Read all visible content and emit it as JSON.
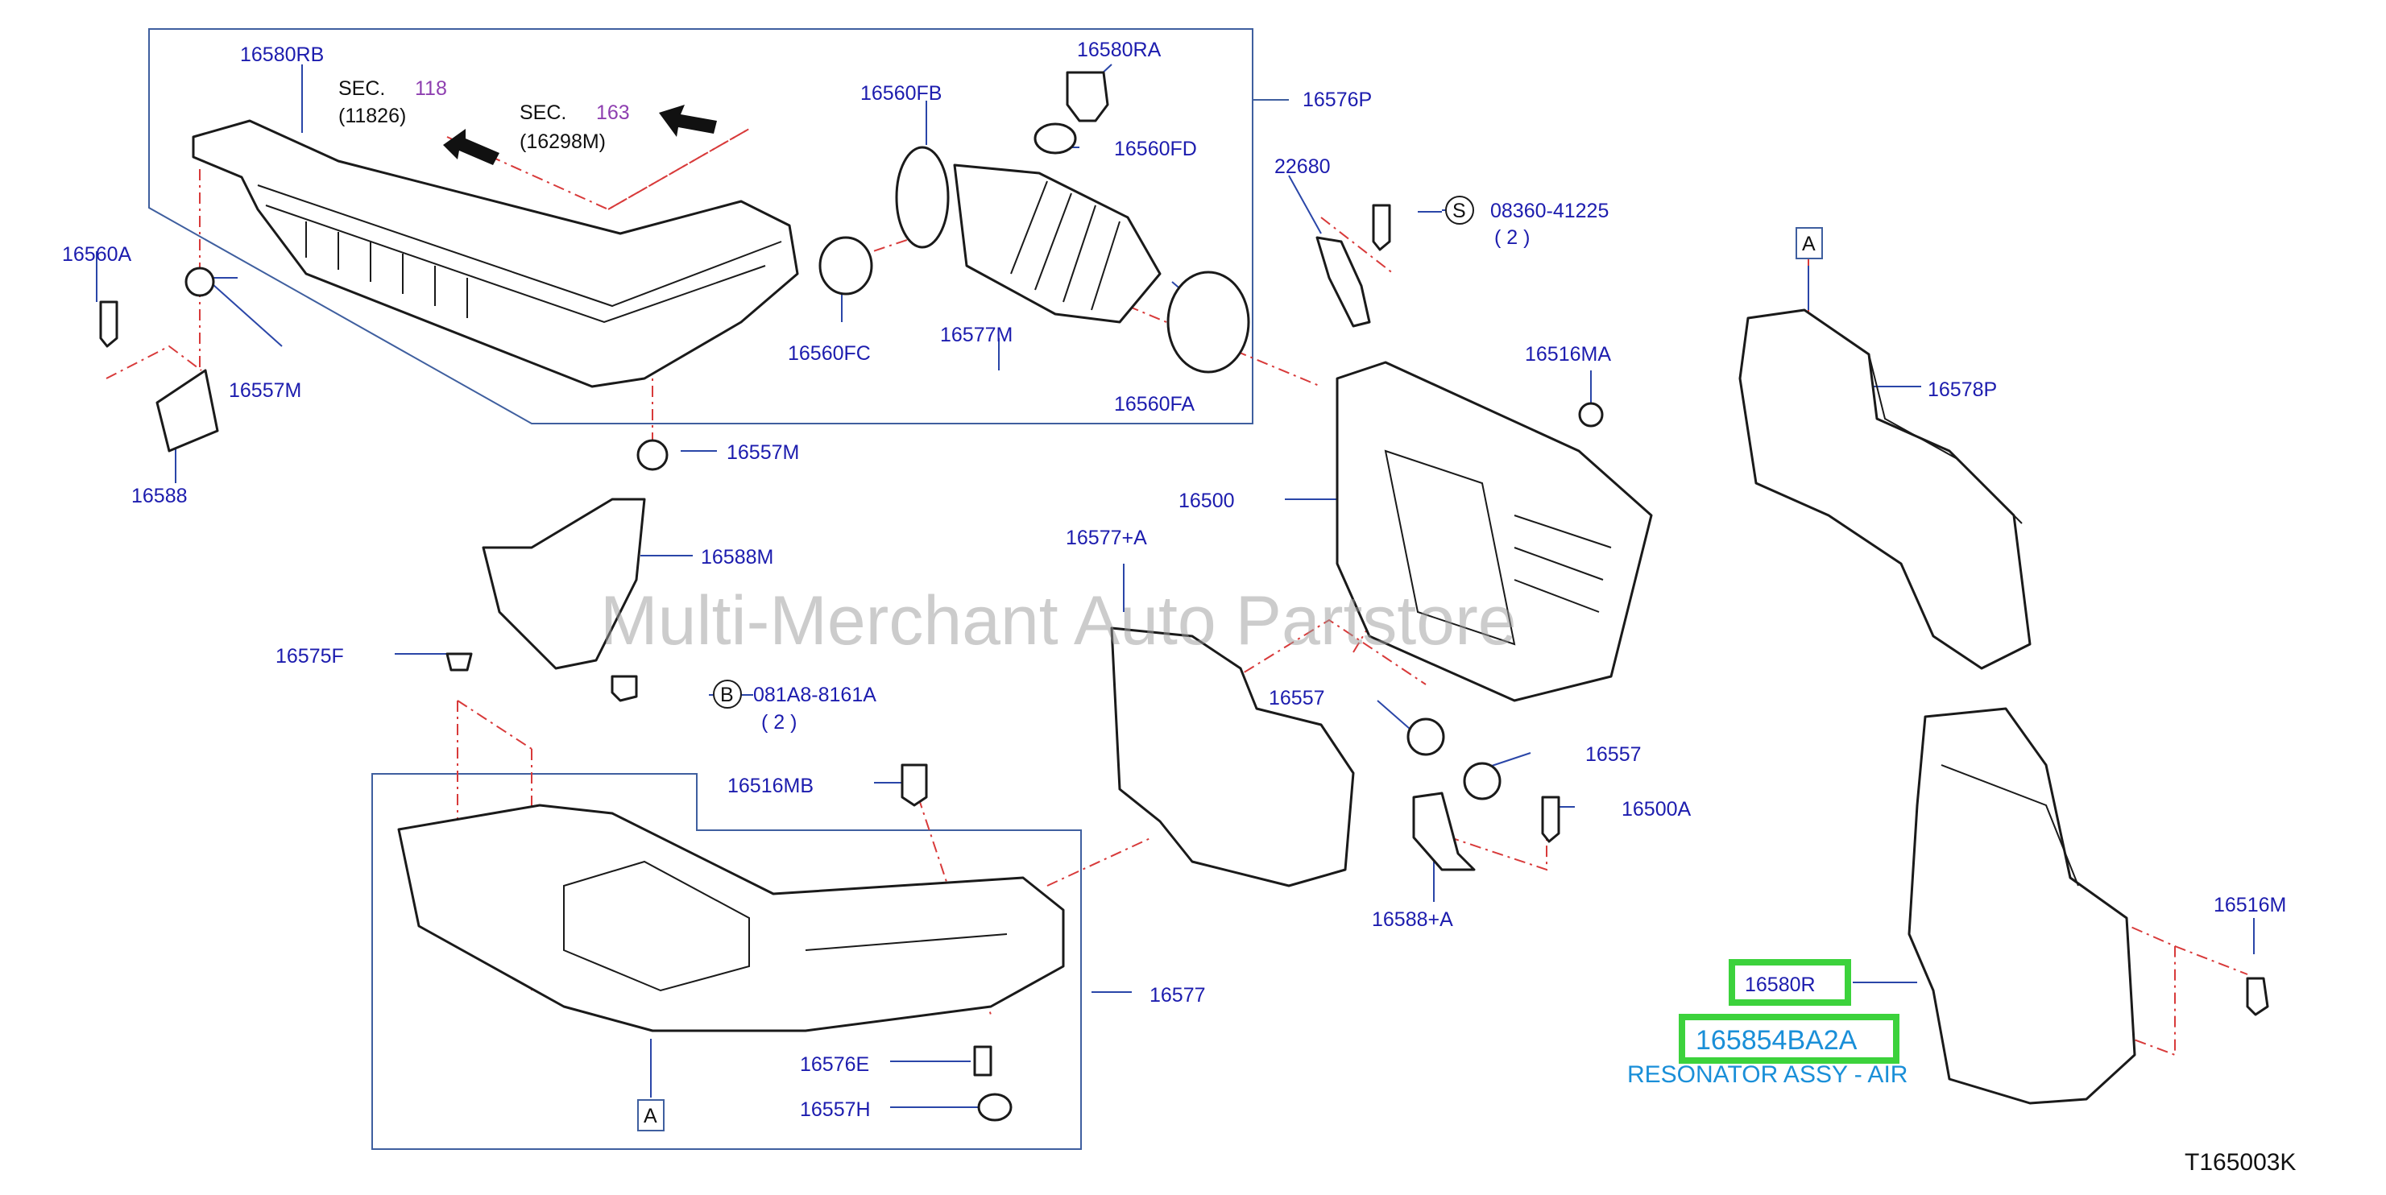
{
  "watermark": "Multi-Merchant Auto Partstore",
  "diagram_code": "T165003K",
  "highlight": {
    "part_no": "16580R",
    "oem_no": "165854BA2A",
    "description": "RESONATOR ASSY - AIR",
    "box_color": "#3cd23c",
    "text_color": "#1a8fd8"
  },
  "sec_refs": [
    {
      "label": "SEC.",
      "num": "118",
      "sub": "(11826)"
    },
    {
      "label": "SEC.",
      "num": "163",
      "sub": "(16298M)"
    }
  ],
  "fastener_refs": [
    {
      "symbol": "S",
      "code": "08360-41225",
      "qty": "( 2 )"
    },
    {
      "symbol": "B",
      "code": "081A8-8161A",
      "qty": "( 2 )"
    }
  ],
  "ref_markers": [
    "A",
    "A"
  ],
  "labels": {
    "p16580RB": "16580RB",
    "p16580RA": "16580RA",
    "p16576P": "16576P",
    "p16560FB": "16560FB",
    "p16560FD": "16560FD",
    "p16560A": "16560A",
    "p16557M_top": "16557M",
    "p16588": "16588",
    "p16560FC": "16560FC",
    "p16577M": "16577M",
    "p16560FA": "16560FA",
    "p22680": "22680",
    "p16516MA": "16516MA",
    "p16578P": "16578P",
    "p16557M_mid": "16557M",
    "p16500": "16500",
    "p16577A": "16577+A",
    "p16588M": "16588M",
    "p16575F": "16575F",
    "p16557_left": "16557",
    "p16557_right": "16557",
    "p16516MB": "16516MB",
    "p16500A": "16500A",
    "p16588A": "16588+A",
    "p16516M": "16516M",
    "p16577": "16577",
    "p16576E": "16576E",
    "p16557H": "16557H"
  }
}
